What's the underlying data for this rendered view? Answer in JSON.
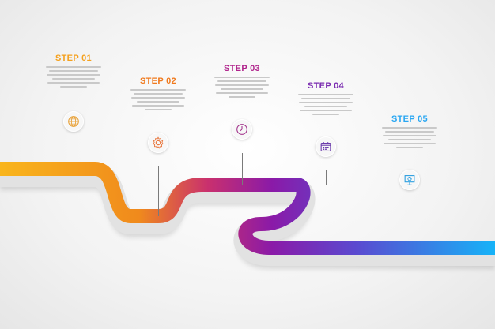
{
  "colors": {
    "orange": "#f7a31c",
    "magenta": "#9a1a9f",
    "blue": "#1aa3f5",
    "step1": "#f5a11e",
    "step2": "#f07a1e",
    "step3": "#b0248c",
    "step4": "#7a2bb0",
    "step5": "#2aa7f2"
  },
  "steps": [
    {
      "title": "STEP 01",
      "desc": "",
      "icon": "globe-icon"
    },
    {
      "title": "STEP 02",
      "desc": "",
      "icon": "gear-icon"
    },
    {
      "title": "STEP 03",
      "desc": "",
      "icon": "clock-icon"
    },
    {
      "title": "STEP 04",
      "desc": "",
      "icon": "calendar-icon"
    },
    {
      "title": "STEP 05",
      "desc": "",
      "icon": "presentation-icon"
    }
  ]
}
